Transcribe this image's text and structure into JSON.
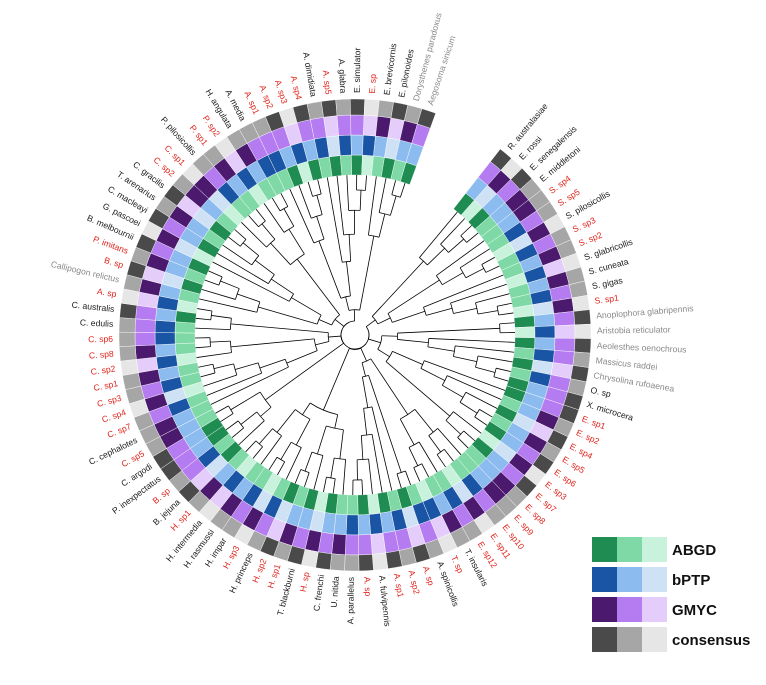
{
  "colors": {
    "black_label": "#1a1a1a",
    "red_label": "#e0231b",
    "gray_label": "#8a8a8a",
    "branch": "#000000"
  },
  "rings": [
    {
      "name": "ABGD",
      "shades": [
        "#1f8c52",
        "#7fd9a6",
        "#c8f2dc"
      ]
    },
    {
      "name": "bPTP",
      "shades": [
        "#1a55a5",
        "#8cbcef",
        "#cfe2f5"
      ]
    },
    {
      "name": "GMYC",
      "shades": [
        "#4b1a6e",
        "#b57bf0",
        "#e4cdfb"
      ]
    },
    {
      "name": "consensus",
      "shades": [
        "#4a4a4a",
        "#a6a6a6",
        "#e6e6e6"
      ]
    }
  ],
  "legend": {
    "items": [
      {
        "label": "ABGD"
      },
      {
        "label": "bPTP"
      },
      {
        "label": "GMYC"
      },
      {
        "label": "consensus"
      }
    ]
  },
  "tips": [
    {
      "label": "R. australasiae",
      "color": "black"
    },
    {
      "label": "E. rossi",
      "color": "black"
    },
    {
      "label": "E. senegalensis",
      "color": "black"
    },
    {
      "label": "E. middletoni",
      "color": "black"
    },
    {
      "label": "S. sp4",
      "color": "red"
    },
    {
      "label": "S. sp5",
      "color": "red"
    },
    {
      "label": "S. pilosicollis",
      "color": "black"
    },
    {
      "label": "S. sp3",
      "color": "red"
    },
    {
      "label": "S. sp2",
      "color": "red"
    },
    {
      "label": "S. glabricollis",
      "color": "black"
    },
    {
      "label": "S. cuneata",
      "color": "black"
    },
    {
      "label": "S. gigas",
      "color": "black"
    },
    {
      "label": "S. sp1",
      "color": "red"
    },
    {
      "label": "Anoplophora glabripennis",
      "color": "gray"
    },
    {
      "label": "Aristobia reticulator",
      "color": "gray"
    },
    {
      "label": "Aeolesthes oenochrous",
      "color": "gray"
    },
    {
      "label": "Massicus raddei",
      "color": "gray"
    },
    {
      "label": "Chrysolina rufoaenea",
      "color": "gray"
    },
    {
      "label": "O. sp",
      "color": "black"
    },
    {
      "label": "X. microcera",
      "color": "black"
    },
    {
      "label": "E. sp1",
      "color": "red"
    },
    {
      "label": "E. sp2",
      "color": "red"
    },
    {
      "label": "E. sp4",
      "color": "red"
    },
    {
      "label": "E. sp5",
      "color": "red"
    },
    {
      "label": "E. sp6",
      "color": "red"
    },
    {
      "label": "E. sp3",
      "color": "red"
    },
    {
      "label": "E. sp7",
      "color": "red"
    },
    {
      "label": "E. sp8",
      "color": "red"
    },
    {
      "label": "E. sp9",
      "color": "red"
    },
    {
      "label": "E. sp10",
      "color": "red"
    },
    {
      "label": "E. sp11",
      "color": "red"
    },
    {
      "label": "E. sp12",
      "color": "red"
    },
    {
      "label": "T. insularis",
      "color": "black"
    },
    {
      "label": "T. sp",
      "color": "red"
    },
    {
      "label": "A. spinicollis",
      "color": "black"
    },
    {
      "label": "A. sp",
      "color": "red"
    },
    {
      "label": "A. sp2",
      "color": "red"
    },
    {
      "label": "A. sp1",
      "color": "red"
    },
    {
      "label": "A. fulvipennis",
      "color": "black"
    },
    {
      "label": "A. sp",
      "color": "red"
    },
    {
      "label": "A. parallelus",
      "color": "black"
    },
    {
      "label": "U. nitida",
      "color": "black"
    },
    {
      "label": "C. frenchi",
      "color": "black"
    },
    {
      "label": "H. sp",
      "color": "red"
    },
    {
      "label": "T. blackburni",
      "color": "black"
    },
    {
      "label": "H. sp1",
      "color": "red"
    },
    {
      "label": "H. sp2",
      "color": "red"
    },
    {
      "label": "H. princeps",
      "color": "black"
    },
    {
      "label": "H. sp3",
      "color": "red"
    },
    {
      "label": "H. impar",
      "color": "black"
    },
    {
      "label": "H. rasmussi",
      "color": "black"
    },
    {
      "label": "H. intermedia",
      "color": "black"
    },
    {
      "label": "H. sp1",
      "color": "red"
    },
    {
      "label": "B. jejuna",
      "color": "black"
    },
    {
      "label": "B. sp",
      "color": "red"
    },
    {
      "label": "P. inexpectatus",
      "color": "black"
    },
    {
      "label": "C. argodi",
      "color": "black"
    },
    {
      "label": "C. sp5",
      "color": "red"
    },
    {
      "label": "C. cephalotes",
      "color": "black"
    },
    {
      "label": "C. sp7",
      "color": "red"
    },
    {
      "label": "C. sp4",
      "color": "red"
    },
    {
      "label": "C. sp3",
      "color": "red"
    },
    {
      "label": "C. sp1",
      "color": "red"
    },
    {
      "label": "C. sp2",
      "color": "red"
    },
    {
      "label": "C. sp8",
      "color": "red"
    },
    {
      "label": "C. sp6",
      "color": "red"
    },
    {
      "label": "C. edulis",
      "color": "black"
    },
    {
      "label": "C. australis",
      "color": "black"
    },
    {
      "label": "A. sp",
      "color": "red"
    },
    {
      "label": "Callipogon relictus",
      "color": "gray"
    },
    {
      "label": "B. sp",
      "color": "red"
    },
    {
      "label": "P. imitans",
      "color": "red"
    },
    {
      "label": "B. melbournii",
      "color": "black"
    },
    {
      "label": "G. pascoei",
      "color": "black"
    },
    {
      "label": "C. macleayi",
      "color": "black"
    },
    {
      "label": "T. arenarius",
      "color": "black"
    },
    {
      "label": "C. gracilis",
      "color": "black"
    },
    {
      "label": "C. sp2",
      "color": "red"
    },
    {
      "label": "C. sp1",
      "color": "red"
    },
    {
      "label": "P. pilosicollis",
      "color": "black"
    },
    {
      "label": "P. sp1",
      "color": "red"
    },
    {
      "label": "P. sp2",
      "color": "red"
    },
    {
      "label": "H. angulata",
      "color": "black"
    },
    {
      "label": "A. media",
      "color": "black"
    },
    {
      "label": "A. sp1",
      "color": "red"
    },
    {
      "label": "A. sp2",
      "color": "red"
    },
    {
      "label": "A. sp3",
      "color": "red"
    },
    {
      "label": "A. sp4",
      "color": "red"
    },
    {
      "label": "A. dimidiata",
      "color": "black"
    },
    {
      "label": "A. sp5",
      "color": "red"
    },
    {
      "label": "A. glabra",
      "color": "black"
    },
    {
      "label": "E. simulator",
      "color": "black"
    },
    {
      "label": "E. sp",
      "color": "red"
    },
    {
      "label": "E. brevicornis",
      "color": "black"
    },
    {
      "label": "E. pilonoides",
      "color": "black"
    },
    {
      "label": "Dorysthenes paradoxus",
      "color": "gray"
    },
    {
      "label": "Aegosoma sinicum",
      "color": "gray"
    }
  ]
}
